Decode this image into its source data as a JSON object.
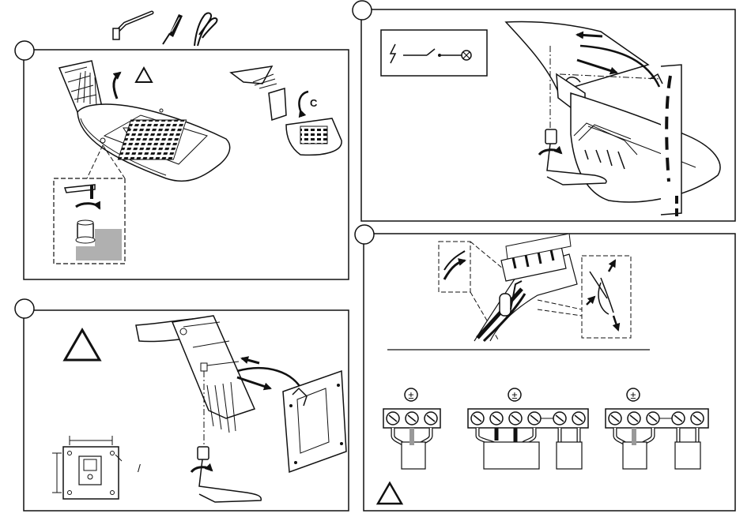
{
  "tools": [
    "allen-key",
    "screwdriver",
    "wire-stripper"
  ],
  "panel_top_left": {
    "rotation_label": "C"
  },
  "panel_bottom_left": {
    "mark_label": "/"
  },
  "panel_top_right": {},
  "panel_bottom_right": {
    "ground_symbol": "±"
  }
}
